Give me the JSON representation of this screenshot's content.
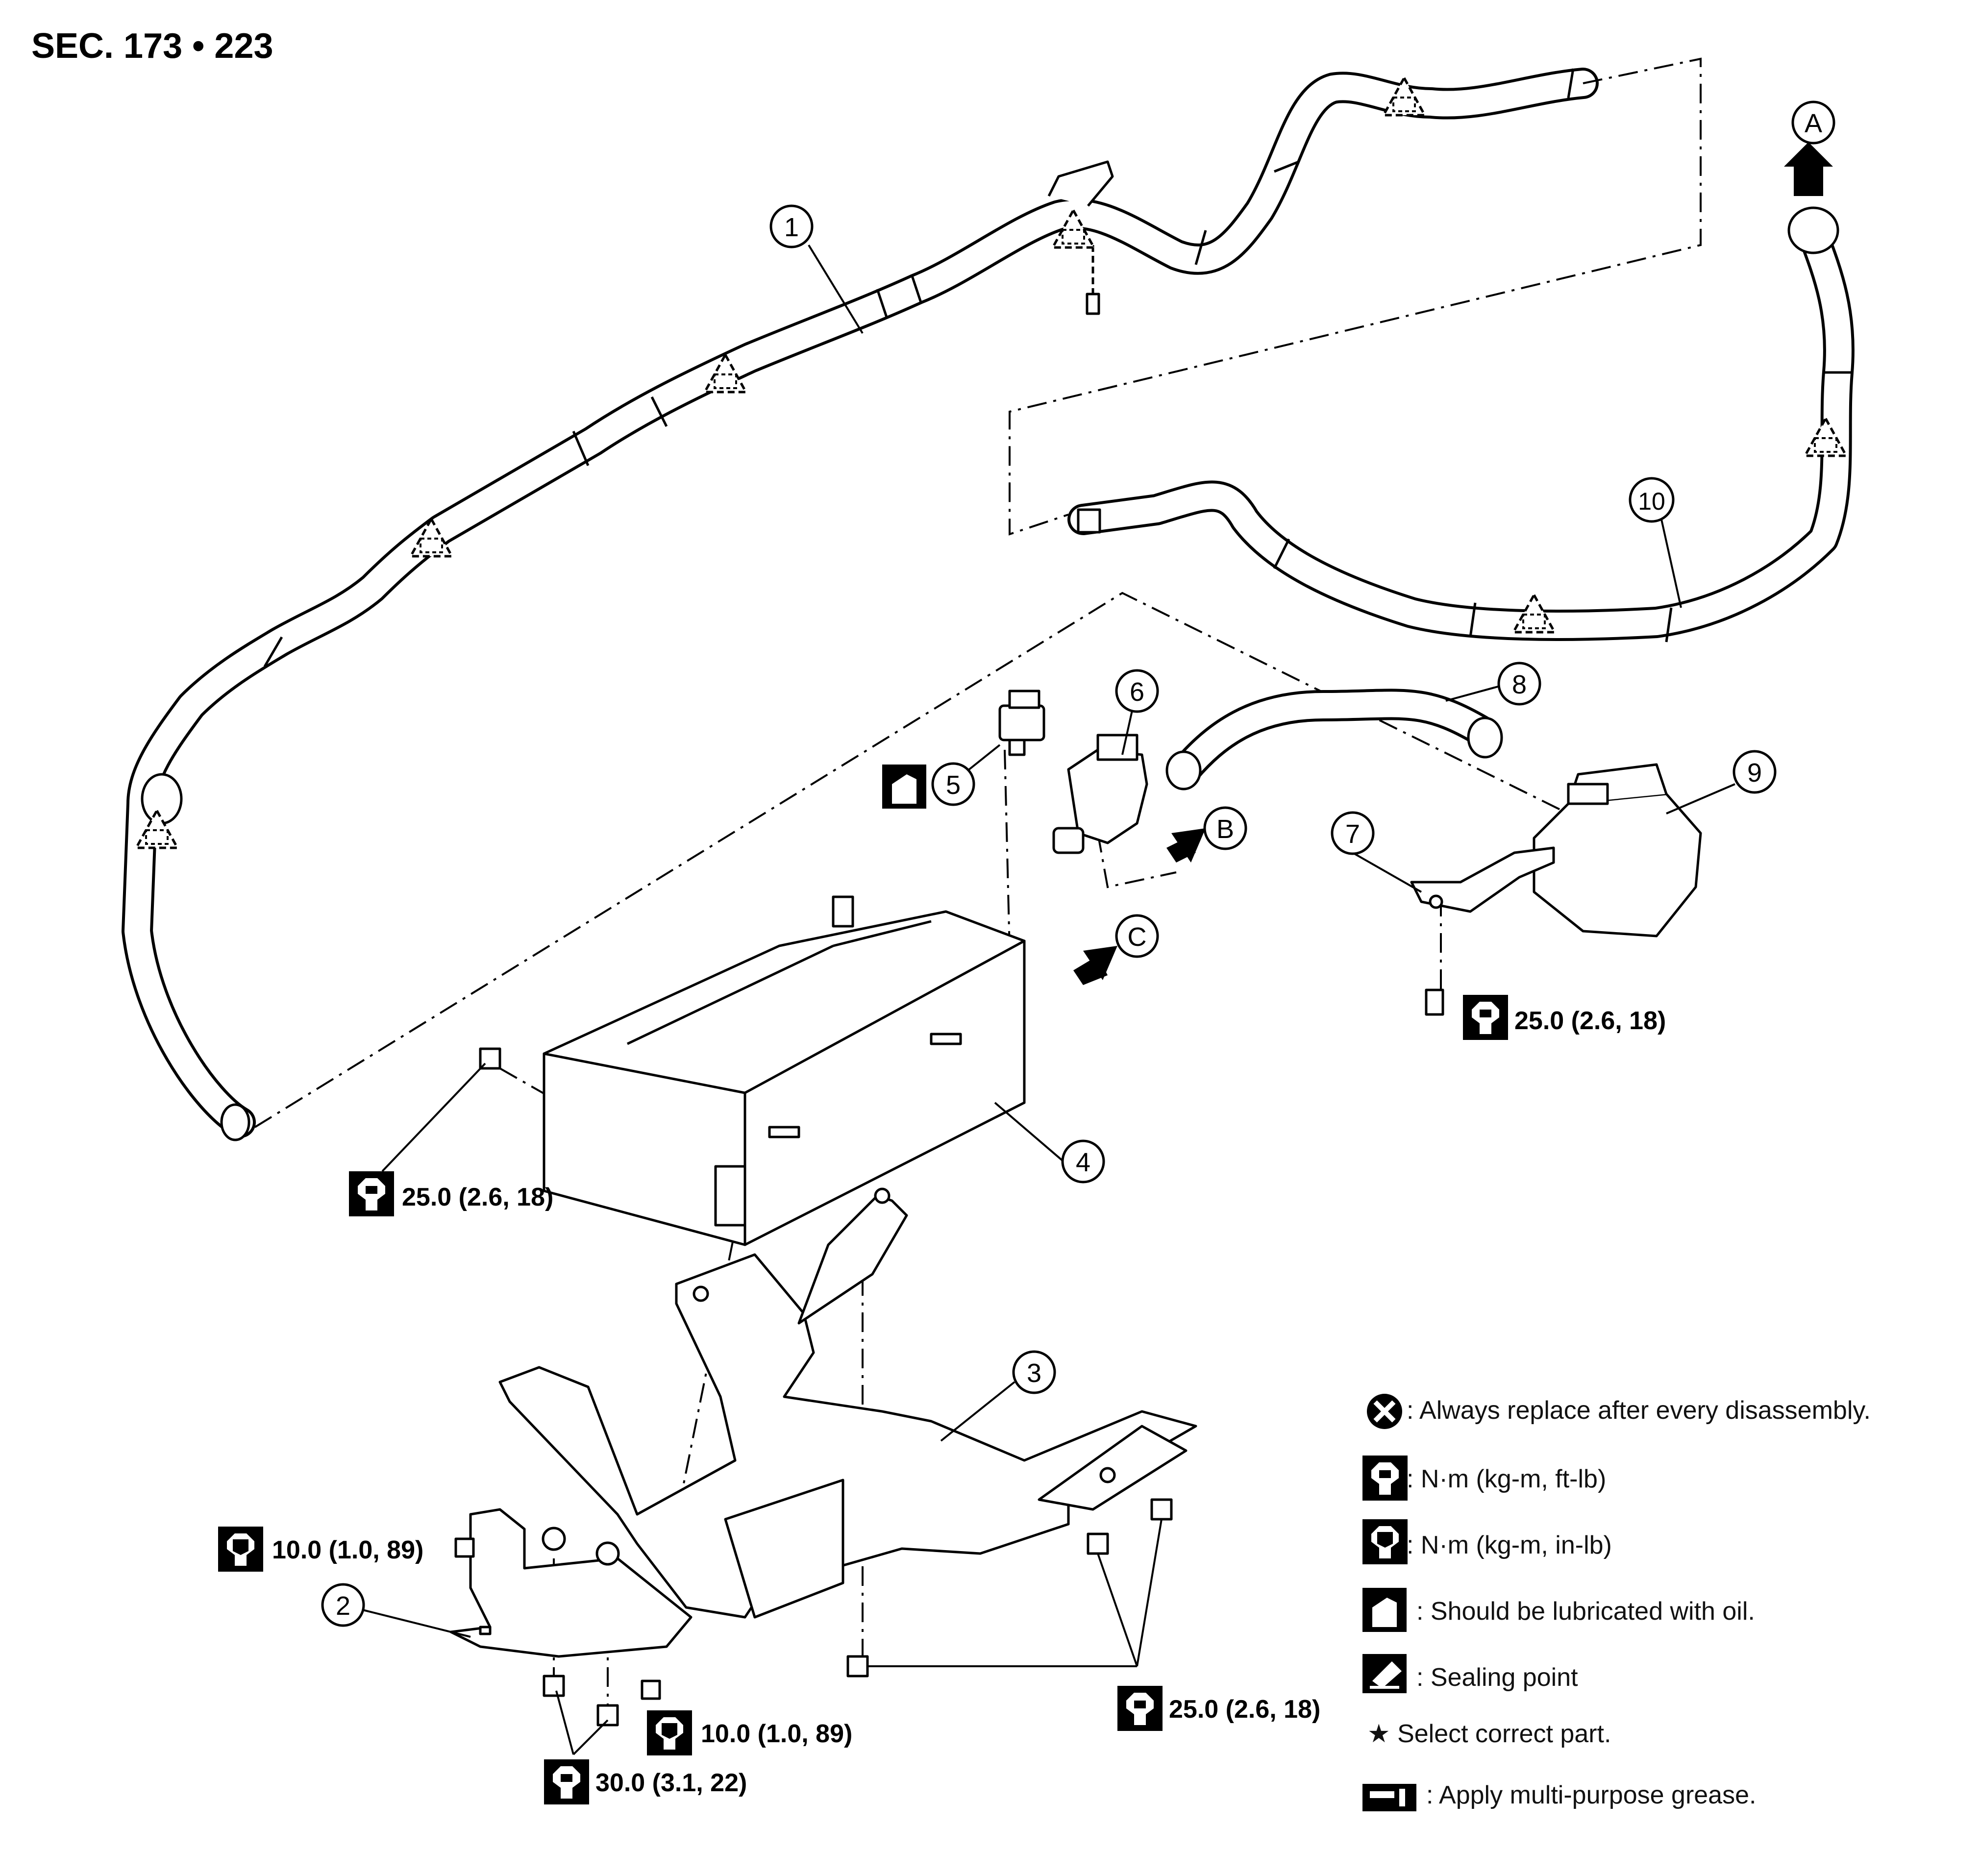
{
  "section_ref": "SEC. 173 • 223",
  "callouts": {
    "c1": "1",
    "c2": "2",
    "c3": "3",
    "c4": "4",
    "c5": "5",
    "c6": "6",
    "c7": "7",
    "c8": "8",
    "c9": "9",
    "c10": "10",
    "cA": "A",
    "cB": "B",
    "cC": "C"
  },
  "torques": {
    "t_bracket_bolt": "25.0 (2.6, 18)",
    "t_canister_bolt": "25.0 (2.6, 18)",
    "t_upper_small": "10.0 (1.0, 89)",
    "t_lower_small": "10.0 (1.0, 89)",
    "t_bottom": "30.0 (3.1, 22)",
    "t_right_bolts": "25.0 (2.6, 18)"
  },
  "legend": {
    "replace": ": Always replace after every disassembly.",
    "torque_ftlb": ": N·m (kg-m, ft-lb)",
    "torque_inlb": ": N·m (kg-m, in-lb)",
    "oil": ": Should be lubricated with oil.",
    "sealing": ": Sealing point",
    "select": "★ Select correct part.",
    "grease": ": Apply multi-purpose grease."
  },
  "icons": {
    "replace": "x-circle-icon",
    "torque_ftlb": "torque-wrench-icon",
    "torque_inlb": "torque-wrench-filled-icon",
    "oil": "oil-can-icon",
    "sealing": "sealant-tube-icon",
    "grease": "grease-gun-icon"
  }
}
